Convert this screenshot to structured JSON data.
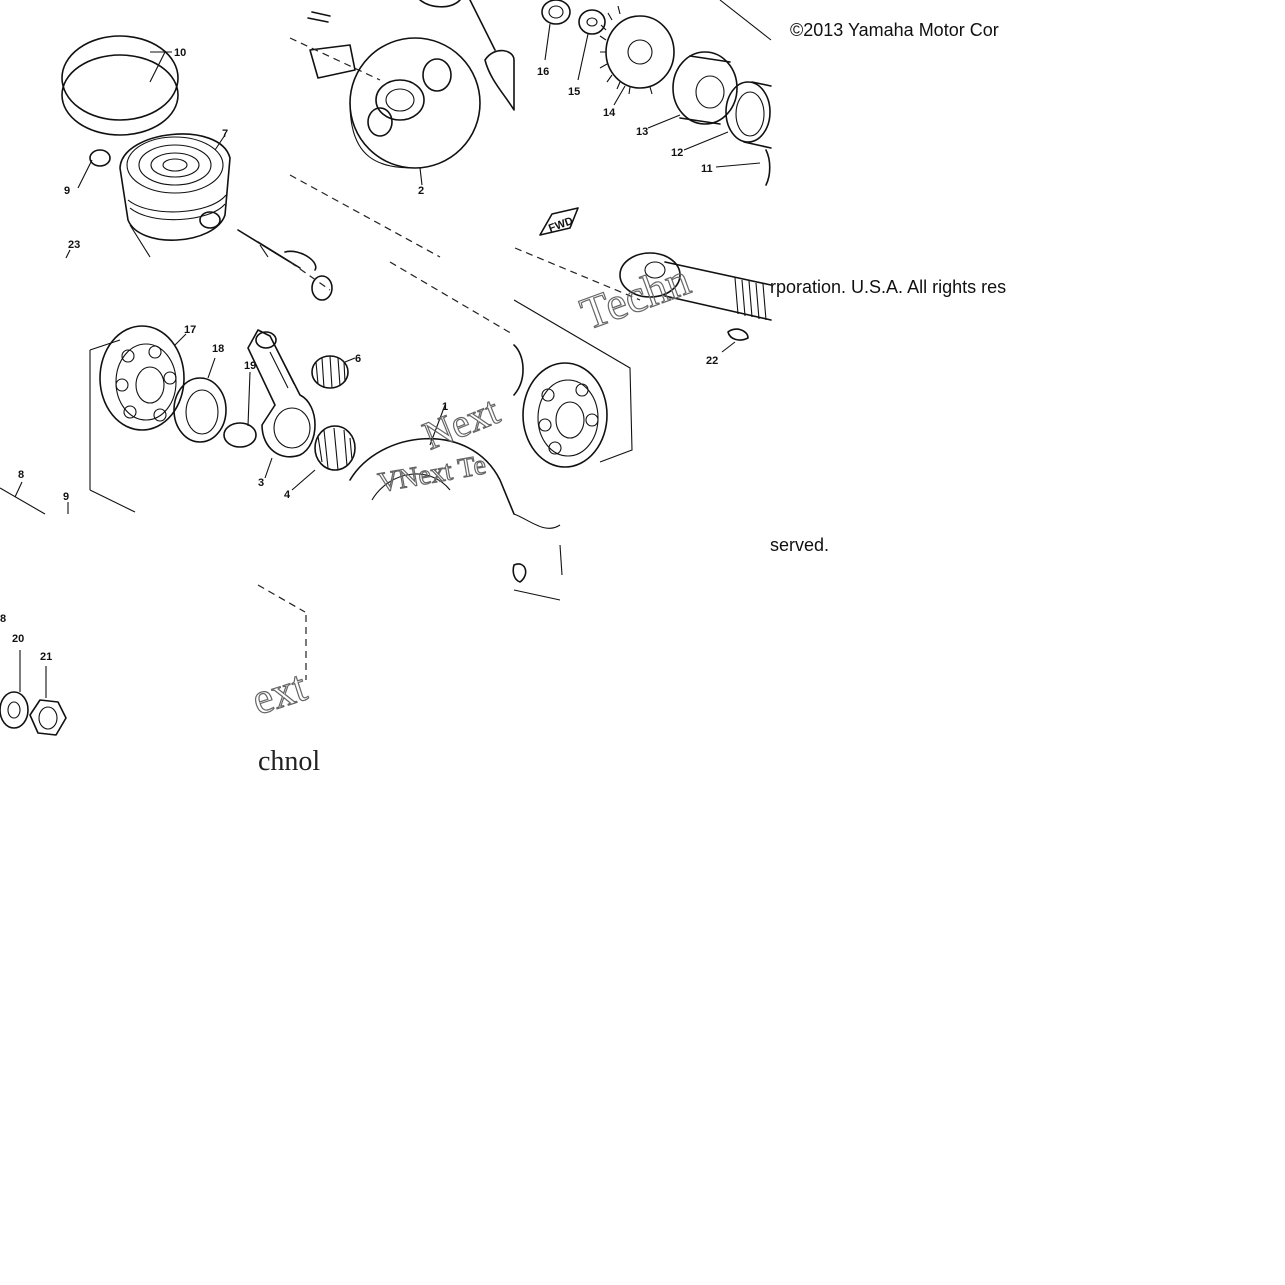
{
  "copyright": {
    "line1": "©2013 Yamaha Motor Cor",
    "line2": "rporation. U.S.A. All rights res",
    "line3": "served."
  },
  "watermark": {
    "word1": "Techn",
    "word2": "VNext Te",
    "word3": "Next",
    "word4": "chnol",
    "word5": "ext"
  },
  "labels": {
    "p1": "1",
    "p2": "2",
    "p3": "3",
    "p4": "4",
    "p6": "6",
    "p7": "7",
    "p8": "8",
    "p8b": "8",
    "p9": "9",
    "p9b": "9",
    "p10": "10",
    "p11": "11",
    "p12": "12",
    "p13": "13",
    "p14": "14",
    "p15": "15",
    "p16": "16",
    "p17": "17",
    "p18": "18",
    "p19": "19",
    "p20": "20",
    "p21": "21",
    "p22": "22",
    "p23": "23"
  },
  "fwd_mark": "FWD"
}
